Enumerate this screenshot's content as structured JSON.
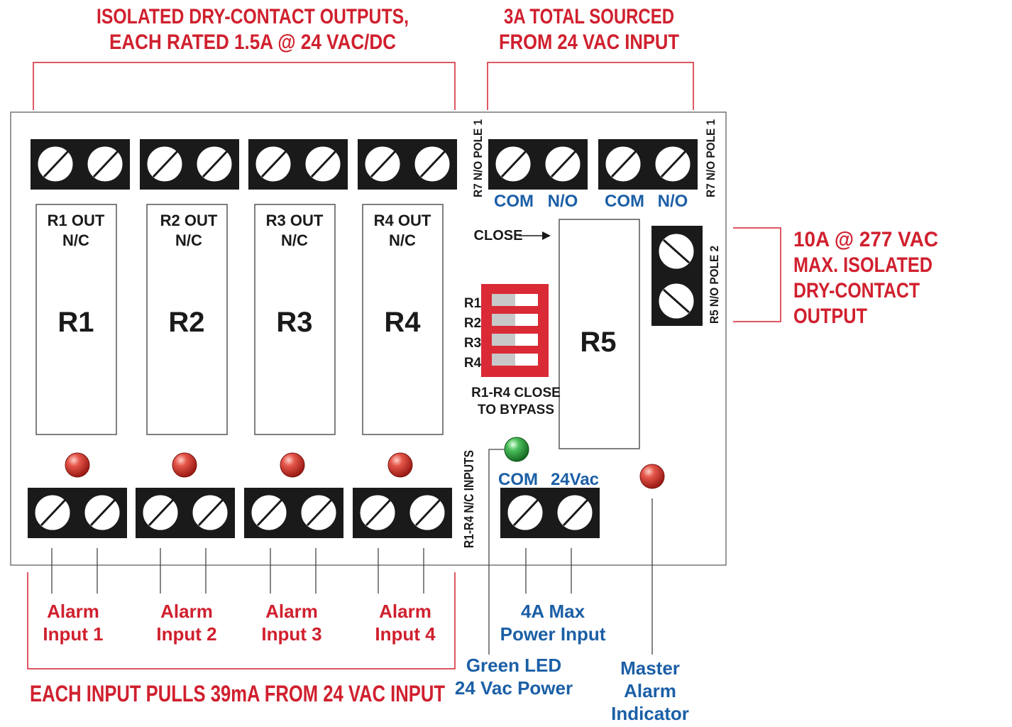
{
  "headers": {
    "isolated_outputs_line1": "ISOLATED DRY-CONTACT OUTPUTS,",
    "isolated_outputs_line2": "EACH RATED 1.5A  @  24 VAC/DC",
    "sourced_line1": "3A TOTAL SOURCED",
    "sourced_line2": "FROM 24 VAC INPUT",
    "r5_spec_line1": "10A  @  277 VAC",
    "r5_spec_line2": "MAX. ISOLATED",
    "r5_spec_line3": "DRY-CONTACT",
    "r5_spec_line4": "OUTPUT",
    "input_pull": "EACH INPUT PULLS 39mA FROM 24 VAC INPUT"
  },
  "relays": [
    {
      "out_label": "R1 OUT",
      "contact": "N/C",
      "name": "R1"
    },
    {
      "out_label": "R2 OUT",
      "contact": "N/C",
      "name": "R2"
    },
    {
      "out_label": "R3 OUT",
      "contact": "N/C",
      "name": "R3"
    },
    {
      "out_label": "R4 OUT",
      "contact": "N/C",
      "name": "R4"
    }
  ],
  "r5": {
    "name": "R5",
    "close_label": "CLOSE"
  },
  "r7": {
    "pole1_left": "R7 N/O POLE 1",
    "pole1_right": "R7 N/O POLE 1",
    "labels": [
      "COM",
      "N/O",
      "COM",
      "N/O"
    ]
  },
  "r5_pole2": "R5 N/O POLE 2",
  "dip": {
    "rows": [
      "R1",
      "R2",
      "R3",
      "R4"
    ],
    "caption_line1": "R1-R4 CLOSE",
    "caption_line2": "TO BYPASS"
  },
  "inputs_vertical_label": "R1-R4 N/C INPUTS",
  "power_terminal": {
    "com": "COM",
    "vac": "24Vac"
  },
  "alarm_inputs": [
    {
      "line1": "Alarm",
      "line2": "Input 1"
    },
    {
      "line1": "Alarm",
      "line2": "Input 2"
    },
    {
      "line1": "Alarm",
      "line2": "Input 3"
    },
    {
      "line1": "Alarm",
      "line2": "Input 4"
    }
  ],
  "green_led_label": {
    "line1": "Green LED",
    "line2": "24 Vac Power"
  },
  "power_input_label": {
    "line1": "4A Max",
    "line2": "Power Input"
  },
  "master_alarm_label": {
    "line1": "Master",
    "line2": "Alarm",
    "line3": "Indicator"
  },
  "colors": {
    "red": "#d0202e",
    "blue": "#1b5fa6",
    "terminal": "#1a1a1a",
    "dip": "#d92a35",
    "led_red": "#d9453a",
    "led_green": "#3aa84a"
  }
}
